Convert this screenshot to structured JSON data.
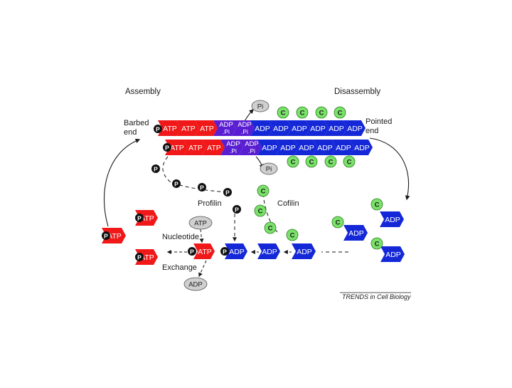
{
  "labels": {
    "assembly": "Assembly",
    "disassembly": "Disassembly",
    "barbed_end": [
      "Barbed",
      "end"
    ],
    "pointed_end": [
      "Pointed",
      "end"
    ],
    "profilin": "Profilin",
    "cofilin": "Cofilin",
    "nucleotide": "Nucleotide",
    "exchange": "Exchange",
    "credit": "TRENDS in Cell Biology"
  },
  "glyphs": {
    "atp": "ATP",
    "adp": "ADP",
    "pi_suffix": ".Pi",
    "pi": "Pi",
    "profilin": "P",
    "cofilin": "C"
  },
  "colors": {
    "atp": "#f01818",
    "adp_pi": "#5a1ed2",
    "adp": "#1428d8",
    "cofilin": "#7ae26a",
    "profilin_dot": "#111111",
    "pi_oval": "#cfcfcf",
    "text_on_subunit": "#ffffff",
    "ink": "#1a1a1a"
  }
}
